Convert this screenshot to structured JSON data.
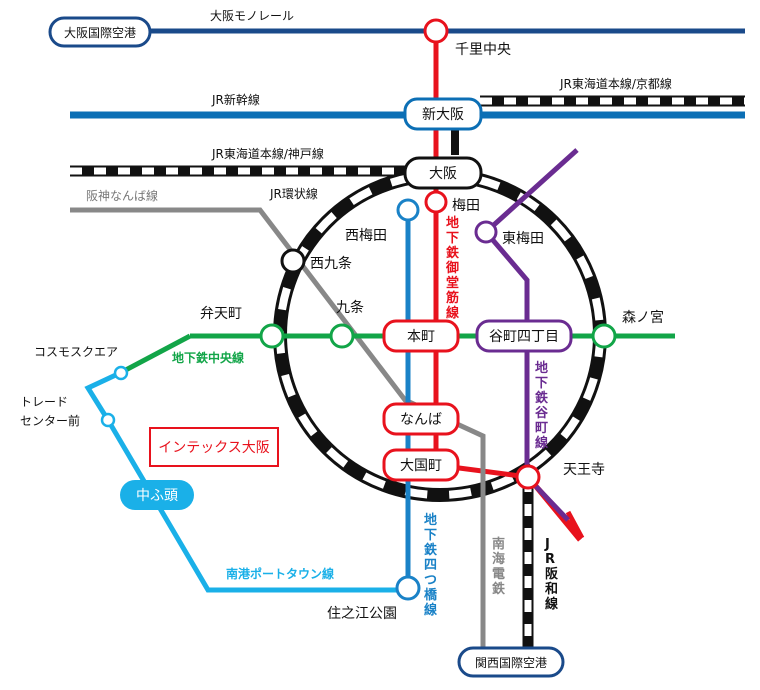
{
  "colors": {
    "monorail": "#1a4a8a",
    "midosuji": "#e8121d",
    "shinkansen": "#0c6fb5",
    "jr": "#111111",
    "hanshin": "#888888",
    "yotsubashi": "#1a82c7",
    "chuo": "#12a548",
    "tanimachi": "#6a2c91",
    "nankai": "#888888",
    "port_town": "#1ab0e8",
    "highlight": "#e8121d"
  },
  "lines": {
    "monorail": "大阪モノレール",
    "shinkansen": "JR新幹線",
    "tokaido_kyoto": "JR東海道本線/京都線",
    "tokaido_kobe": "JR東海道本線/神戸線",
    "hanshin_namba": "阪神なんば線",
    "loop": "JR環状線",
    "chuo": "地下鉄中央線",
    "port_town": "南港ポートタウン線",
    "midosuji": [
      "地",
      "下",
      "鉄",
      "御",
      "堂",
      "筋",
      "線"
    ],
    "tanimachi": [
      "地",
      "下",
      "鉄",
      "谷",
      "町",
      "線"
    ],
    "yotsubashi": [
      "地",
      "下",
      "鉄",
      "四",
      "つ",
      "橋",
      "線"
    ],
    "nankai": [
      "南",
      "海",
      "電",
      "鉄"
    ],
    "hanwa": [
      "J",
      "R",
      "阪",
      "和",
      "線"
    ]
  },
  "stations": {
    "osaka_airport": "大阪国際空港",
    "senri_chuo": "千里中央",
    "shin_osaka": "新大阪",
    "osaka": "大阪",
    "umeda": "梅田",
    "nishi_umeda": "西梅田",
    "higashi_umeda": "東梅田",
    "nishikujo": "西九条",
    "bentencho": "弁天町",
    "kujo": "九条",
    "honmachi": "本町",
    "tanimachi_4": "谷町四丁目",
    "morinomiya": "森ノ宮",
    "cosmo_square": "コスモスクエア",
    "trade_center_1": "トレード",
    "trade_center_2": "センター前",
    "namba": "なんば",
    "daikokucho": "大国町",
    "tennoji": "天王寺",
    "nakafuto": "中ふ頭",
    "suminoe_koen": "住之江公園",
    "kansai_airport": "関西国際空港"
  },
  "venue": "インテックス大阪"
}
